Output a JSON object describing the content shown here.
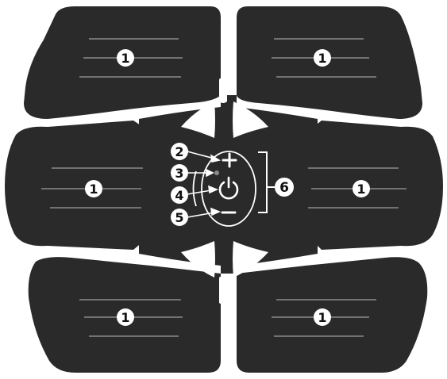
{
  "colors": {
    "pad": "#2a2a2a",
    "line": "#8a8a8a",
    "callout_bg": "#ffffff",
    "callout_text": "#111111",
    "control_lines": "#ffffff",
    "indicator": "#8a8a8a"
  },
  "labels": {
    "zone": "1",
    "plus": "2",
    "indicator": "3",
    "power": "4",
    "minus": "5",
    "control_panel": "6"
  },
  "icons": {
    "plus": "plus-icon",
    "minus": "minus-icon",
    "power": "power-icon",
    "indicator": "indicator-light"
  }
}
